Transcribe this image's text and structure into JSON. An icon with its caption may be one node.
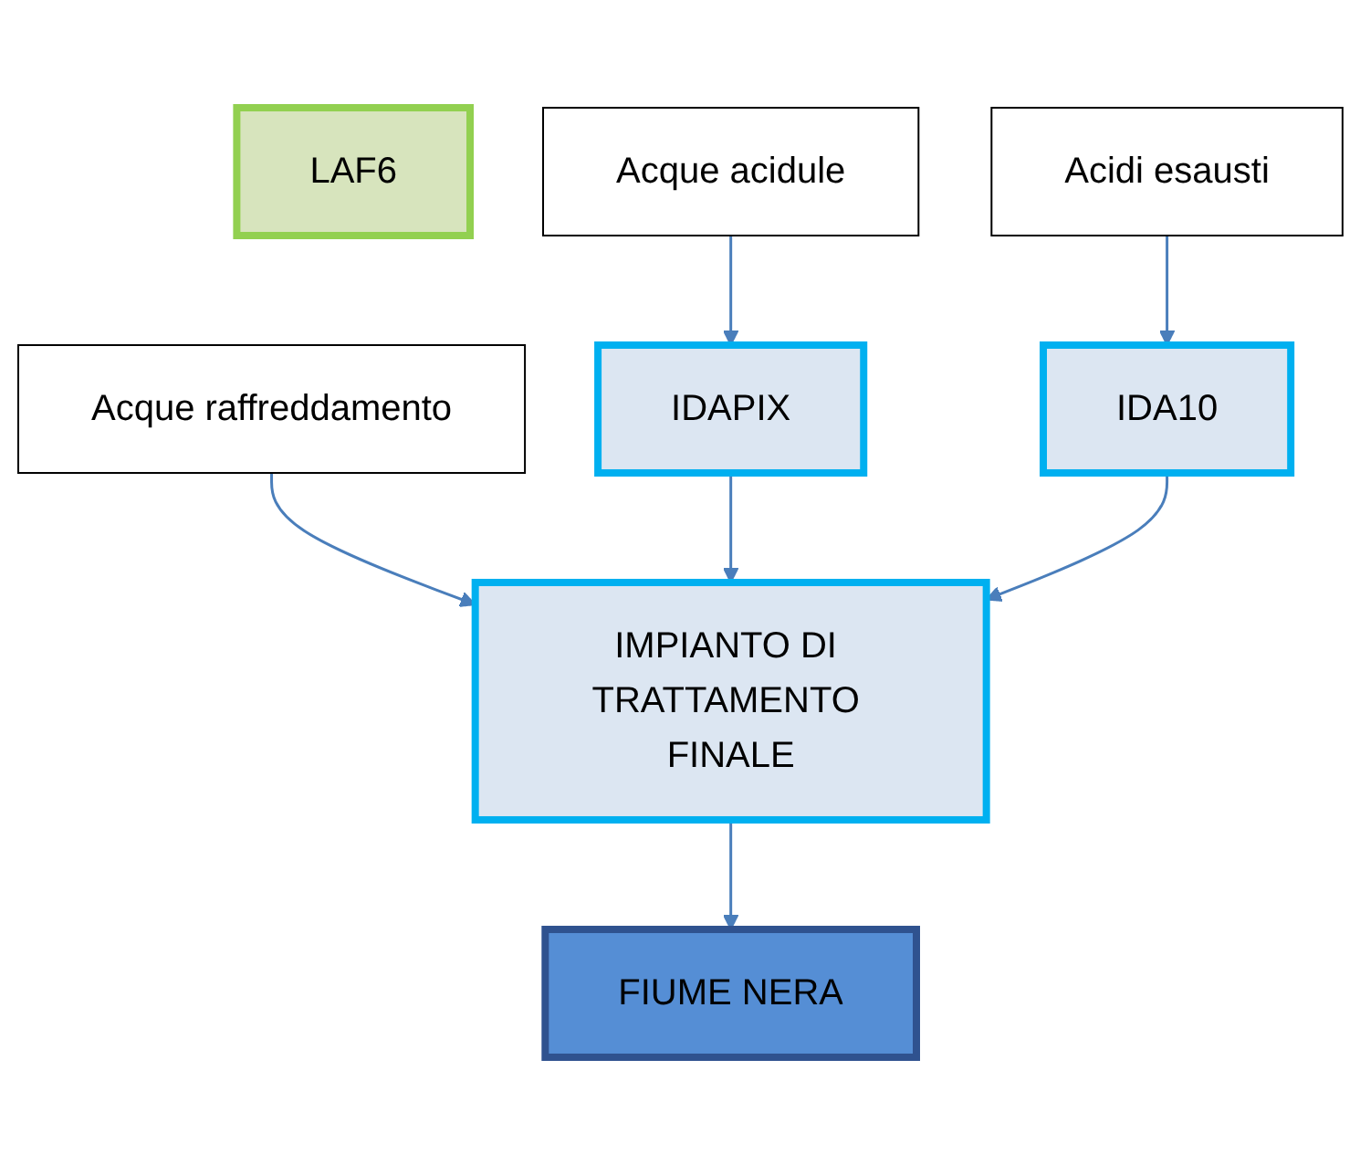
{
  "diagram": {
    "nodes": [
      {
        "text": [
          "LAF6"
        ]
      },
      {
        "text": [
          "Acque raffreddamento"
        ]
      },
      {
        "text": [
          "Acque acidule"
        ]
      },
      {
        "text": [
          "Acidi esausti"
        ]
      },
      {
        "text": [
          "IDAPIX"
        ]
      },
      {
        "text": [
          "IDA10"
        ]
      },
      {
        "text": [
          "IMPIANTO DI TRATTAMENTO FINALE"
        ]
      },
      {
        "text": [
          "FIUME NERA"
        ]
      }
    ],
    "edges": [
      {
        "from": 1,
        "to": 6,
        "arrow": "to"
      },
      {
        "from": 2,
        "to": 4,
        "arrow": "to"
      },
      {
        "from": 3,
        "to": 5,
        "arrow": "to"
      },
      {
        "from": 4,
        "to": 6,
        "arrow": "to"
      },
      {
        "from": 5,
        "to": 6,
        "arrow": "to"
      },
      {
        "from": 6,
        "to": 7,
        "arrow": "to"
      }
    ]
  }
}
